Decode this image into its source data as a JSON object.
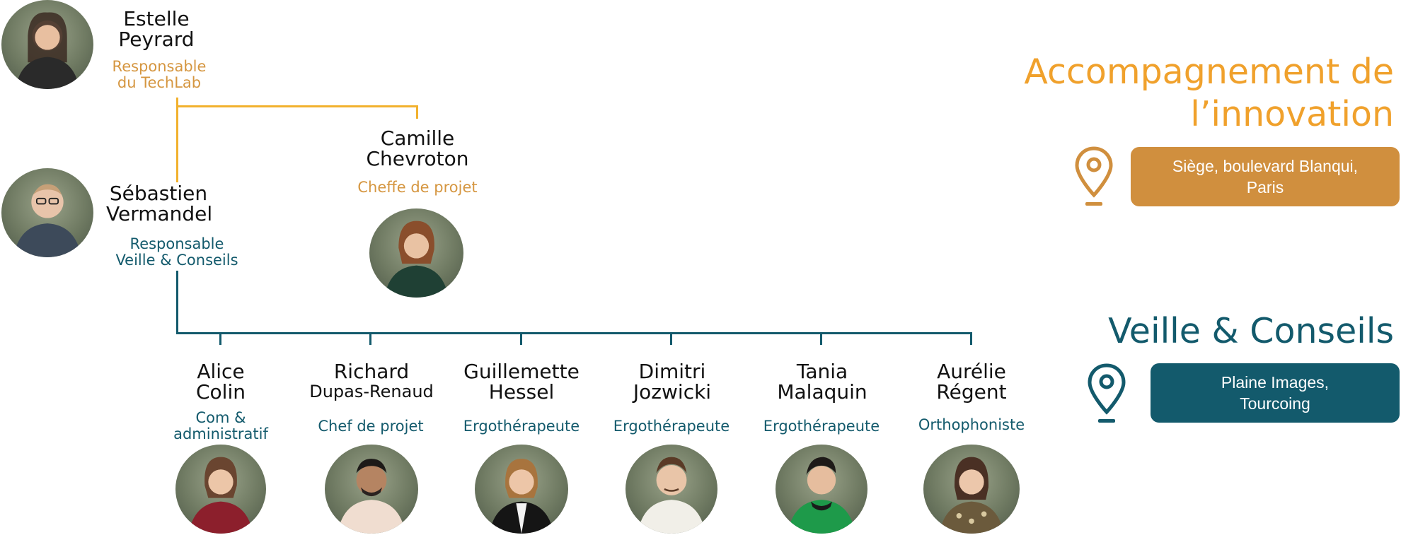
{
  "colors": {
    "orange": "#d59640",
    "orange_line": "#f2b12e",
    "teal": "#135a6c",
    "box_orange": "#d08f3e",
    "box_teal": "#135a6c"
  },
  "head": {
    "first": "Estelle",
    "last": "Peyrard",
    "role_line1": "Responsable",
    "role_line2": "du TechLab"
  },
  "project_lead": {
    "first": "Camille",
    "last": "Chevroton",
    "role": "Cheffe de projet"
  },
  "veille_lead": {
    "first": "Sébastien",
    "last": "Vermandel",
    "role_line1": "Responsable",
    "role_line2": "Veille & Conseils"
  },
  "team": [
    {
      "first": "Alice",
      "last": "Colin",
      "role_line1": "Com &",
      "role_line2": "administratif"
    },
    {
      "first": "Richard",
      "last": "Dupas-Renaud",
      "role_line1": "Chef de projet",
      "role_line2": ""
    },
    {
      "first": "Guillemette",
      "last": "Hessel",
      "role_line1": "Ergothérapeute",
      "role_line2": ""
    },
    {
      "first": "Dimitri",
      "last": "Jozwicki",
      "role_line1": "Ergothérapeute",
      "role_line2": ""
    },
    {
      "first": "Tania",
      "last": "Malaquin",
      "role_line1": "Ergothérapeute",
      "role_line2": ""
    },
    {
      "first": "Aurélie",
      "last": "Régent",
      "role_line1": "Orthophoniste",
      "role_line2": ""
    }
  ],
  "sections": {
    "innovation": {
      "title_line1": "Accompagnement de",
      "title_line2": "l’innovation",
      "icon": "location-pin-icon",
      "location_line1": "Siège, boulevard Blanqui,",
      "location_line2": "Paris"
    },
    "veille": {
      "title": "Veille & Conseils",
      "icon": "location-pin-icon",
      "location_line1": "Plaine Images,",
      "location_line2": "Tourcoing"
    }
  }
}
